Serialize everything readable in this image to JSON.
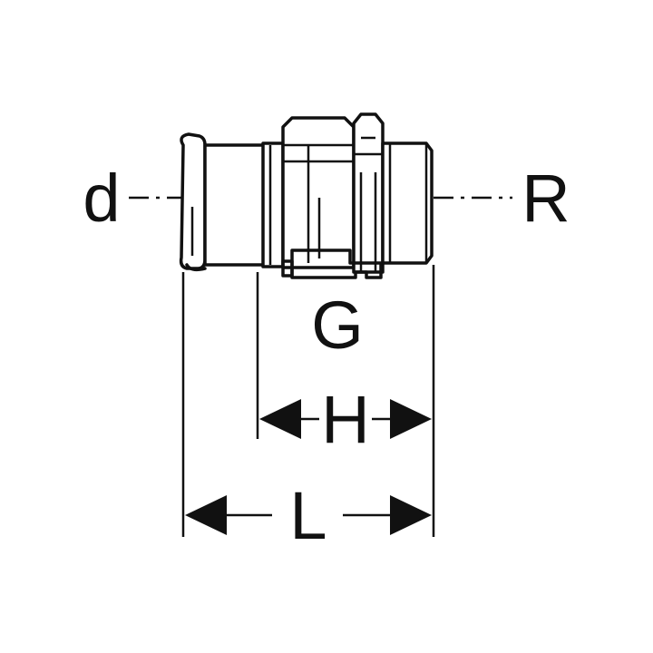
{
  "labels": {
    "d": "d",
    "R": "R",
    "G": "G",
    "H": "H",
    "L": "L"
  },
  "colors": {
    "line": "#111111",
    "background": "#ffffff"
  }
}
